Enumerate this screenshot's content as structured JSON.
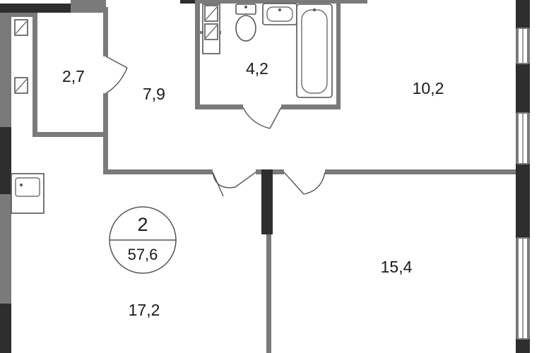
{
  "rooms": {
    "storage_area": "2,7",
    "hallway_area": "7,9",
    "bathroom_area": "4,2",
    "bedroom_area": "10,2",
    "living_area": "15,4",
    "kitchen_area": "17,2"
  },
  "summary": {
    "room_count": "2",
    "total_area": "57,6"
  }
}
